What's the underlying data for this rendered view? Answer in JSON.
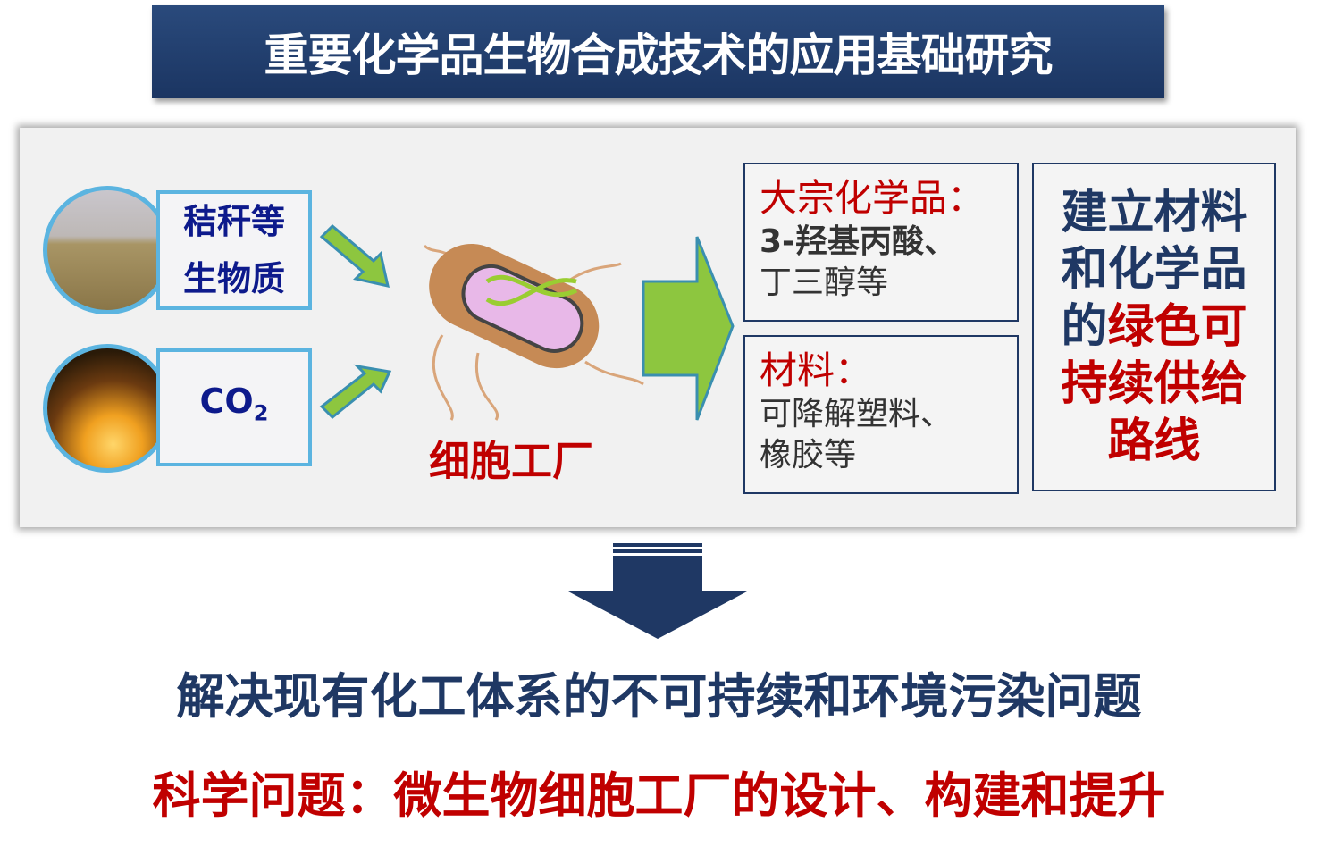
{
  "title": "重要化学品生物合成技术的应用基础研究",
  "inputs": [
    {
      "line1": "秸秆等",
      "line2": "生物质"
    },
    {
      "formula": "CO",
      "subscript": "2"
    }
  ],
  "factory_label": "细胞工厂",
  "products": {
    "bulk": {
      "heading": "大宗化学品：",
      "line1": "3-羟基丙酸、",
      "line2": "丁三醇等"
    },
    "materials": {
      "heading": "材料：",
      "line1": "可降解塑料、",
      "line2": "橡胶等"
    }
  },
  "goal": {
    "line1": "建立材料",
    "line2": "和化学品",
    "line3a": "的",
    "line3b": "绿色可",
    "line4": "持续供给",
    "line5": "路线"
  },
  "conclusion": "解决现有化工体系的不可持续和环境污染问题",
  "science_question": "科学问题：微生物细胞工厂的设计、构建和提升",
  "colors": {
    "navy": "#1f3864",
    "red": "#c00000",
    "frame": "#5bb4e0",
    "arrow_green": "#8dc63f"
  }
}
